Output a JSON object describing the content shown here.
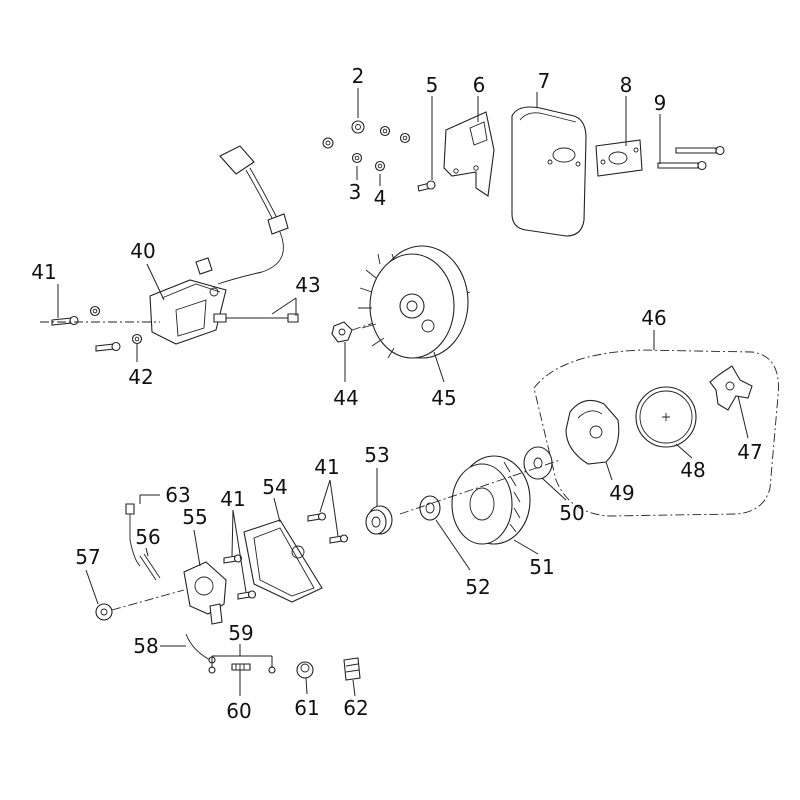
{
  "diagram": {
    "type": "exploded-parts-diagram",
    "colors": {
      "line": "#222222",
      "text": "#111111",
      "background": "#ffffff"
    },
    "callouts": [
      {
        "id": "c2",
        "label": "2"
      },
      {
        "id": "c3",
        "label": "3"
      },
      {
        "id": "c4",
        "label": "4"
      },
      {
        "id": "c5",
        "label": "5"
      },
      {
        "id": "c6",
        "label": "6"
      },
      {
        "id": "c7",
        "label": "7"
      },
      {
        "id": "c8",
        "label": "8"
      },
      {
        "id": "c9",
        "label": "9"
      },
      {
        "id": "c40",
        "label": "40"
      },
      {
        "id": "c41a",
        "label": "41"
      },
      {
        "id": "c42",
        "label": "42"
      },
      {
        "id": "c43",
        "label": "43"
      },
      {
        "id": "c44",
        "label": "44"
      },
      {
        "id": "c45",
        "label": "45"
      },
      {
        "id": "c46",
        "label": "46"
      },
      {
        "id": "c47",
        "label": "47"
      },
      {
        "id": "c48",
        "label": "48"
      },
      {
        "id": "c49",
        "label": "49"
      },
      {
        "id": "c50",
        "label": "50"
      },
      {
        "id": "c51",
        "label": "51"
      },
      {
        "id": "c52",
        "label": "52"
      },
      {
        "id": "c53",
        "label": "53"
      },
      {
        "id": "c41b",
        "label": "41"
      },
      {
        "id": "c54",
        "label": "54"
      },
      {
        "id": "c41c",
        "label": "41"
      },
      {
        "id": "c55",
        "label": "55"
      },
      {
        "id": "c56",
        "label": "56"
      },
      {
        "id": "c57",
        "label": "57"
      },
      {
        "id": "c58",
        "label": "58"
      },
      {
        "id": "c59",
        "label": "59"
      },
      {
        "id": "c60",
        "label": "60"
      },
      {
        "id": "c61",
        "label": "61"
      },
      {
        "id": "c62",
        "label": "62"
      },
      {
        "id": "c63",
        "label": "63"
      }
    ]
  }
}
